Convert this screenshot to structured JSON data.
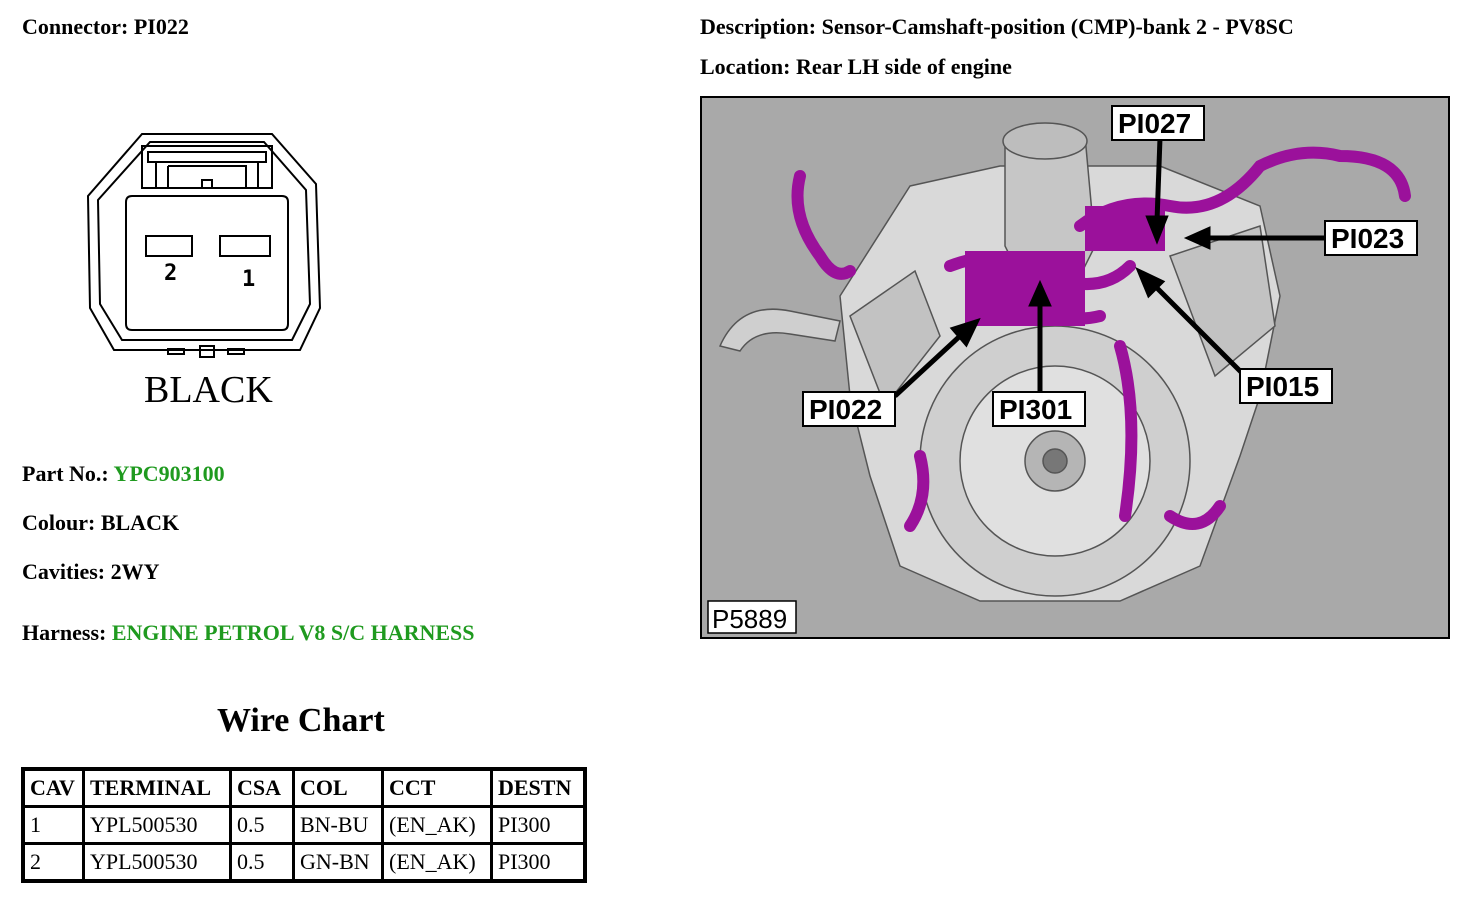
{
  "header": {
    "connector_label": "Connector:",
    "connector_value": "PI022",
    "description_label": "Description:",
    "description_value": "Sensor-Camshaft-position (CMP)-bank 2 - PV8SC",
    "location_label": "Location:",
    "location_value": "Rear LH side of engine"
  },
  "connector": {
    "pin_left": "2",
    "pin_right": "1",
    "color_caption": "BLACK"
  },
  "details": {
    "part_no_label": "Part No.:",
    "part_no_value": "YPC903100",
    "colour_label": "Colour:",
    "colour_value": "BLACK",
    "cavities_label": "Cavities:",
    "cavities_value": "2WY",
    "harness_label": "Harness:",
    "harness_value": "ENGINE PETROL V8 S/C HARNESS"
  },
  "wire_chart": {
    "title": "Wire Chart",
    "columns": [
      "CAV",
      "TERMINAL",
      "CSA",
      "COL",
      "CCT",
      "DESTN"
    ],
    "rows": [
      [
        "1",
        "YPL500530",
        "0.5",
        "BN-BU",
        "(EN_AK)",
        "PI300"
      ],
      [
        "2",
        "YPL500530",
        "0.5",
        "GN-BN",
        "(EN_AK)",
        "PI300"
      ]
    ]
  },
  "engine_image": {
    "callouts": [
      "PI027",
      "PI023",
      "PI015",
      "PI301",
      "PI022"
    ],
    "figure_id": "P5889"
  },
  "colors": {
    "link_green": "#1f9a1f",
    "harness_purple": "#9b119b",
    "image_bg": "#a9a9a9"
  }
}
